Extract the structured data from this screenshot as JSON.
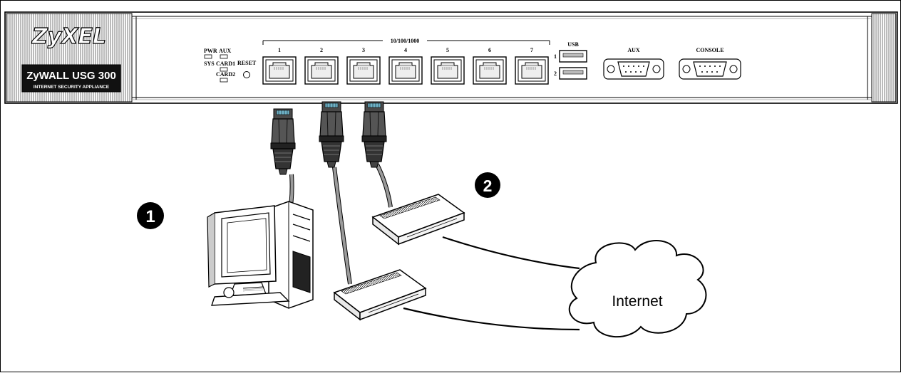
{
  "device": {
    "brand_logo": "ZyXEL",
    "model": "ZyWALL USG 300",
    "tagline": "INTERNET SECURITY APPLIANCE",
    "leds": {
      "pwr": "PWR",
      "sys": "SYS",
      "aux": "AUX",
      "card1": "CARD1",
      "card2": "CARD2"
    },
    "reset_label": "RESET",
    "port_group_label": "10/100/1000",
    "ports": [
      "1",
      "2",
      "3",
      "4",
      "5",
      "6",
      "7"
    ],
    "usb": {
      "label": "USB",
      "slots": [
        "1",
        "2"
      ]
    },
    "aux_label": "AUX",
    "console_label": "CONSOLE"
  },
  "callouts": [
    "1",
    "2"
  ],
  "cloud_label": "Internet",
  "colors": {
    "callout_fill": "#000000",
    "outline": "#000000",
    "cable": "#8a8a8a"
  }
}
